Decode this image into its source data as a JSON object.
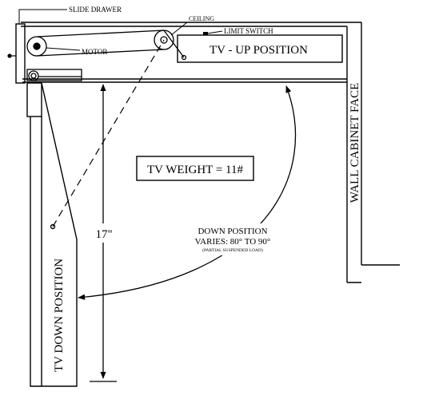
{
  "labels": {
    "slide_drawer": "SLIDE DRAWER",
    "ceiling": "CEILING",
    "limit_switch": "LIMIT SWITCH",
    "motor": "MOTOR",
    "tv_up": "TV - UP POSITION",
    "tv_weight": "TV WEIGHT = 11#",
    "height": "17\"",
    "down_position": "DOWN POSITION",
    "varies": "VARIES: 80° TO 90°",
    "partial_load": "(PARTIAL SUSPENDED LOAD)",
    "tv_down": "TV DOWN POSITION",
    "wall_cabinet": "WALL CABINET FACE"
  },
  "colors": {
    "line": "#000000",
    "background": "#ffffff"
  }
}
